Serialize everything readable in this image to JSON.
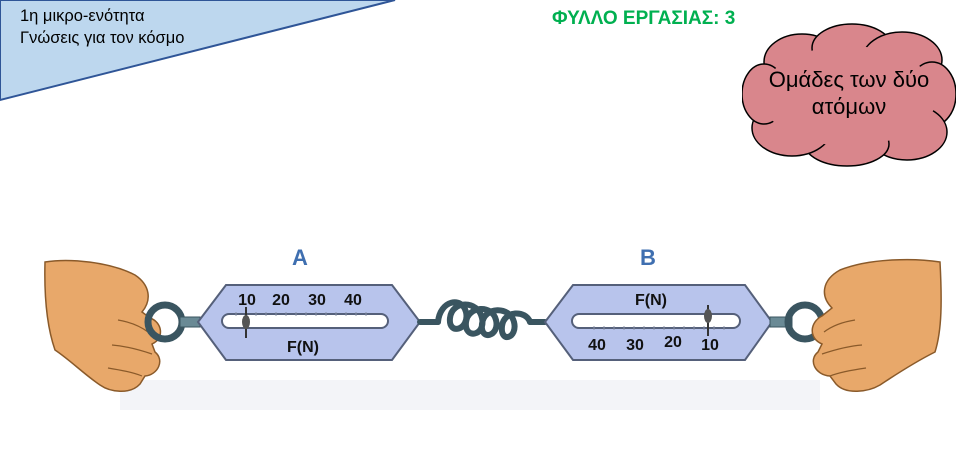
{
  "header": {
    "line1": "1η μικρο-ενότητα",
    "line2": "Γνώσεις για τον κόσμο"
  },
  "title": "ΦΥΛΛΟ ΕΡΓΑΣΙΑΣ: 3",
  "cloud_note": {
    "line1": "Ομάδες των δύο",
    "line2": "ατόμων"
  },
  "dynamometer_a": {
    "label": "A",
    "scale": [
      "10",
      "20",
      "30",
      "40"
    ],
    "unit": "F(N)",
    "reading": 10
  },
  "dynamometer_b": {
    "label": "B",
    "scale": [
      "40",
      "30",
      "20",
      "10"
    ],
    "unit": "F(N)",
    "reading": 10
  },
  "colors": {
    "title": "#00b050",
    "header_fill": "#bdd7ee",
    "header_border": "#2f5597",
    "cloud_fill": "#d9868c",
    "meter_fill": "#b8c4ec",
    "letter": "#3f6fb0",
    "skin": "#e8a86a"
  }
}
